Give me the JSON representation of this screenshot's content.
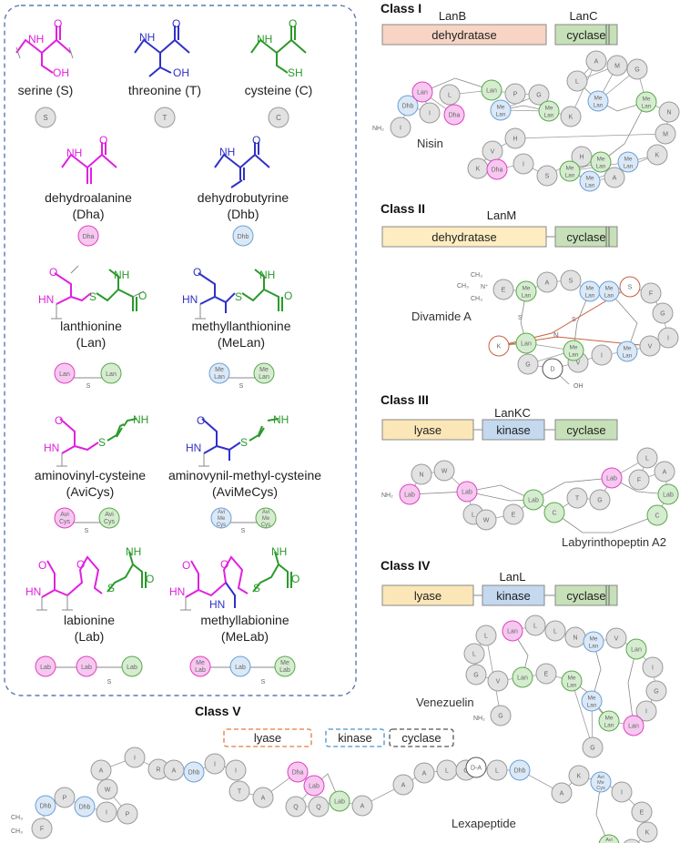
{
  "colors": {
    "ser": "#e020e0",
    "thr": "#3030c8",
    "cys": "#2a9a2a",
    "dha_fill": "#f6c8f0",
    "dha_stroke": "#e040c0",
    "dhb_fill": "#dbe8f6",
    "dhb_stroke": "#6aa0d8",
    "lan_fill": "#d6ecd0",
    "lan_stroke": "#58a84a",
    "res_fill": "#e2e2e2",
    "res_stroke": "#9a9a9a",
    "dehydratase": "#f8d4c4",
    "cyclase": "#c6e0b8",
    "lyase": "#fbe6b8",
    "kinase": "#c4d8ee",
    "lanm_dehyd": "#fdedc0",
    "dash_orange": "#e07a40",
    "dash_blue": "#4a90c8",
    "dash_dark": "#555555",
    "panel_border": "#5a7ab0",
    "kink_red": "#c86040"
  },
  "legend": {
    "serine": {
      "name": "serine (S)",
      "circle": "S",
      "nh": "NH",
      "oh": "OH"
    },
    "threonine": {
      "name": "threonine (T)",
      "circle": "T",
      "nh": "NH",
      "oh": "OH"
    },
    "cysteine": {
      "name": "cysteine (C)",
      "circle": "C",
      "nh": "NH",
      "sh": "SH"
    },
    "dha": {
      "name1": "dehydroalanine",
      "name2": "(Dha)",
      "circle": "Dha",
      "nh": "NH"
    },
    "dhb": {
      "name1": "dehydrobutyrine",
      "name2": "(Dhb)",
      "circle": "Dhb",
      "nh": "NH"
    },
    "lan": {
      "name1": "lanthionine",
      "name2": "(Lan)",
      "c1": "Lan",
      "c2": "Lan",
      "s": "S",
      "hn": "HN",
      "nh": "NH"
    },
    "melan": {
      "name1": "methyllanthionine",
      "name2": "(MeLan)",
      "c1a": "Me",
      "c1b": "Lan",
      "s": "S",
      "hn": "HN",
      "nh": "NH"
    },
    "avicys": {
      "name1": "aminovinyl-cysteine",
      "name2": "(AviCys)",
      "c1a": "Avi",
      "c1b": "Cys",
      "s": "S",
      "hn": "HN",
      "nh": "NH"
    },
    "avimecys": {
      "name1": "aminovynil-methyl-cysteine",
      "name2": "(AviMeCys)",
      "c1a": "Avi",
      "c1b": "Me",
      "c1c": "Cys",
      "s": "S",
      "hn": "HN",
      "nh": "NH"
    },
    "lab": {
      "name1": "labionine",
      "name2": "(Lab)",
      "circle": "Lab",
      "s": "S",
      "hn": "HN",
      "nh": "NH"
    },
    "melab": {
      "name1": "methyllabionine",
      "name2": "(MeLab)",
      "c1a": "Me",
      "c1b": "Lab",
      "mid": "Lab",
      "s": "S",
      "hn": "HN",
      "nh": "NH"
    }
  },
  "class1": {
    "title": "Class I",
    "enzyme1": "LanB",
    "enzyme2": "LanC",
    "box1": "dehydratase",
    "box2": "cyclase",
    "peptide": "Nisin",
    "residues": [
      [
        "I",
        440,
        140,
        "g"
      ],
      [
        "Dhb",
        448,
        116,
        "b"
      ],
      [
        "I",
        472,
        124,
        "g"
      ],
      [
        "Lan",
        464,
        101,
        "p"
      ],
      [
        "Dha",
        499,
        126,
        "p"
      ],
      [
        "L",
        494,
        104,
        "g"
      ],
      [
        "Lan",
        540,
        99,
        "n"
      ],
      [
        "P",
        566,
        103,
        "g"
      ],
      [
        "G",
        592,
        104,
        "g"
      ],
      [
        "Me Lan",
        550,
        121,
        "b"
      ],
      [
        "Me Lan",
        603,
        122,
        "n"
      ],
      [
        "K",
        627,
        128,
        "g"
      ],
      [
        "A",
        655,
        67,
        "g"
      ],
      [
        "L",
        634,
        89,
        "g"
      ],
      [
        "M",
        678,
        72,
        "g"
      ],
      [
        "Me Lan",
        657,
        111,
        "b"
      ],
      [
        "G",
        700,
        76,
        "g"
      ],
      [
        "Me Lan",
        710,
        112,
        "n"
      ],
      [
        "N",
        735,
        123,
        "g"
      ],
      [
        "M",
        731,
        147,
        "g"
      ],
      [
        "H",
        566,
        152,
        "g"
      ],
      [
        "V",
        541,
        166,
        "g"
      ],
      [
        "K",
        525,
        185,
        "g"
      ],
      [
        "Dha",
        546,
        186,
        "p"
      ],
      [
        "I",
        575,
        180,
        "g"
      ],
      [
        "S",
        601,
        193,
        "g"
      ],
      [
        "H",
        639,
        172,
        "g"
      ],
      [
        "Me Lan",
        660,
        178,
        "n"
      ],
      [
        "Me Lan",
        626,
        188,
        "n"
      ],
      [
        "Me Lan",
        690,
        178,
        "b"
      ],
      [
        "K",
        722,
        170,
        "g"
      ],
      [
        "Me Lan",
        648,
        199,
        "b"
      ],
      [
        "A",
        675,
        195,
        "g"
      ]
    ],
    "nh2": "NH₂"
  },
  "class2": {
    "title": "Class II",
    "enzyme": "LanM",
    "box1": "dehydratase",
    "box2": "cyclase",
    "peptide": "Divamide A",
    "residues": [
      [
        "E",
        553,
        318,
        "g"
      ],
      [
        "Me Lan",
        578,
        320,
        "n"
      ],
      [
        "A",
        601,
        310,
        "g"
      ],
      [
        "S",
        627,
        308,
        "g"
      ],
      [
        "Me Lan",
        648,
        320,
        "b"
      ],
      [
        "Me Lan",
        669,
        320,
        "b"
      ],
      [
        "S",
        692,
        315,
        "r"
      ],
      [
        "F",
        715,
        322,
        "g"
      ],
      [
        "G",
        728,
        344,
        "g"
      ],
      [
        "I",
        734,
        371,
        "g"
      ],
      [
        "V",
        714,
        380,
        "g"
      ],
      [
        "Me Lan",
        689,
        386,
        "b"
      ],
      [
        "I",
        661,
        390,
        "g"
      ],
      [
        "V",
        635,
        398,
        "g"
      ],
      [
        "D",
        607,
        405,
        "w"
      ],
      [
        "G",
        580,
        400,
        "g"
      ],
      [
        "Me Lan",
        630,
        385,
        "n"
      ],
      [
        "Lan",
        578,
        377,
        "n"
      ],
      [
        "K",
        548,
        380,
        "r"
      ]
    ],
    "n": "N",
    "s1": "S",
    "s2": "S",
    "oh": "OH",
    "me": "CH₃"
  },
  "class3": {
    "title": "Class III",
    "enzyme": "LanKC",
    "box1": "lyase",
    "box2": "kinase",
    "box3": "cyclase",
    "peptide": "Labyrinthopeptin A2",
    "residues": [
      [
        "Lab",
        450,
        543,
        "p"
      ],
      [
        "N",
        463,
        521,
        "g"
      ],
      [
        "W",
        488,
        517,
        "g"
      ],
      [
        "Lab",
        513,
        540,
        "p"
      ],
      [
        "L",
        520,
        565,
        "g"
      ],
      [
        "W",
        534,
        571,
        "g"
      ],
      [
        "E",
        564,
        565,
        "g"
      ],
      [
        "Lab",
        586,
        549,
        "n"
      ],
      [
        "C",
        609,
        563,
        "n"
      ],
      [
        "T",
        634,
        547,
        "g"
      ],
      [
        "G",
        659,
        549,
        "g"
      ],
      [
        "Lab",
        672,
        525,
        "p"
      ],
      [
        "L",
        711,
        503,
        "g"
      ],
      [
        "F",
        702,
        527,
        "g"
      ],
      [
        "A",
        730,
        518,
        "g"
      ],
      [
        "Lab",
        734,
        543,
        "n"
      ],
      [
        "C",
        722,
        566,
        "n"
      ]
    ],
    "nh2": "NH₂"
  },
  "class4": {
    "title": "Class IV",
    "enzyme": "LanL",
    "box1": "lyase",
    "box2": "kinase",
    "box3": "cyclase",
    "peptide": "Venezuelin",
    "residues": [
      [
        "Lan",
        563,
        693,
        "p"
      ],
      [
        "L",
        588,
        687,
        "g"
      ],
      [
        "L",
        610,
        693,
        "g"
      ],
      [
        "N",
        632,
        700,
        "g"
      ],
      [
        "Me Lan",
        652,
        705,
        "b"
      ],
      [
        "V",
        677,
        701,
        "g"
      ],
      [
        "Lan",
        699,
        713,
        "n"
      ],
      [
        "I",
        717,
        733,
        "g"
      ],
      [
        "G",
        721,
        759,
        "g"
      ],
      [
        "I",
        710,
        781,
        "g"
      ],
      [
        "Lan",
        696,
        797,
        "p"
      ],
      [
        "Me Lan",
        669,
        792,
        "n"
      ],
      [
        "Me Lan",
        650,
        770,
        "b"
      ],
      [
        "G",
        651,
        821,
        "g"
      ],
      [
        "Me Lan",
        628,
        748,
        "n"
      ],
      [
        "E",
        600,
        740,
        "g"
      ],
      [
        "Lan",
        574,
        744,
        "n"
      ],
      [
        "V",
        547,
        748,
        "g"
      ],
      [
        "G",
        523,
        741,
        "g"
      ],
      [
        "L",
        521,
        718,
        "g"
      ],
      [
        "L",
        534,
        698,
        "g"
      ],
      [
        "G",
        550,
        786,
        "g"
      ]
    ],
    "nh2": "NH₂"
  },
  "class5": {
    "title": "Class V",
    "box1": "lyase",
    "box2": "kinase",
    "box3": "cyclase",
    "peptide": "Lexapeptide",
    "residues": [
      [
        "F",
        46,
        910,
        "g"
      ],
      [
        "Dhb",
        50,
        885,
        "b"
      ],
      [
        "P",
        71,
        876,
        "g"
      ],
      [
        "Dhb",
        93,
        886,
        "b"
      ],
      [
        "I",
        117,
        892,
        "g"
      ],
      [
        "P",
        140,
        894,
        "g"
      ],
      [
        "W",
        118,
        867,
        "g"
      ],
      [
        "A",
        111,
        846,
        "g"
      ],
      [
        "I",
        148,
        832,
        "g"
      ],
      [
        "R",
        174,
        845,
        "g"
      ],
      [
        "A",
        191,
        846,
        "g"
      ],
      [
        "Dhb",
        213,
        848,
        "b"
      ],
      [
        "I",
        236,
        839,
        "g"
      ],
      [
        "I",
        259,
        846,
        "g"
      ],
      [
        "T",
        263,
        869,
        "g"
      ],
      [
        "A",
        289,
        876,
        "g"
      ],
      [
        "Dha",
        327,
        848,
        "p"
      ],
      [
        "Lab",
        345,
        863,
        "p"
      ],
      [
        "Q",
        325,
        886,
        "g"
      ],
      [
        "Q",
        350,
        886,
        "g"
      ],
      [
        "Lab",
        373,
        880,
        "n"
      ],
      [
        "A",
        398,
        885,
        "g"
      ],
      [
        "A",
        443,
        862,
        "g"
      ],
      [
        "A",
        466,
        849,
        "g"
      ],
      [
        "L",
        491,
        846,
        "g"
      ],
      [
        "G",
        512,
        846,
        "g"
      ],
      [
        "D-A",
        523,
        843,
        "w"
      ],
      [
        "L",
        546,
        846,
        "g"
      ],
      [
        "Dhb",
        571,
        846,
        "b"
      ],
      [
        "A",
        617,
        871,
        "g"
      ],
      [
        "K",
        636,
        852,
        "g"
      ],
      [
        "Avi Me Cys",
        660,
        859,
        "b"
      ],
      [
        "I",
        683,
        870,
        "g"
      ],
      [
        "E",
        705,
        892,
        "g"
      ],
      [
        "K",
        711,
        914,
        "g"
      ],
      [
        "K",
        694,
        933,
        "g"
      ],
      [
        "Avi Me Cys",
        669,
        928,
        "n"
      ]
    ],
    "me1": "CH₃",
    "me2": "CH₃"
  }
}
